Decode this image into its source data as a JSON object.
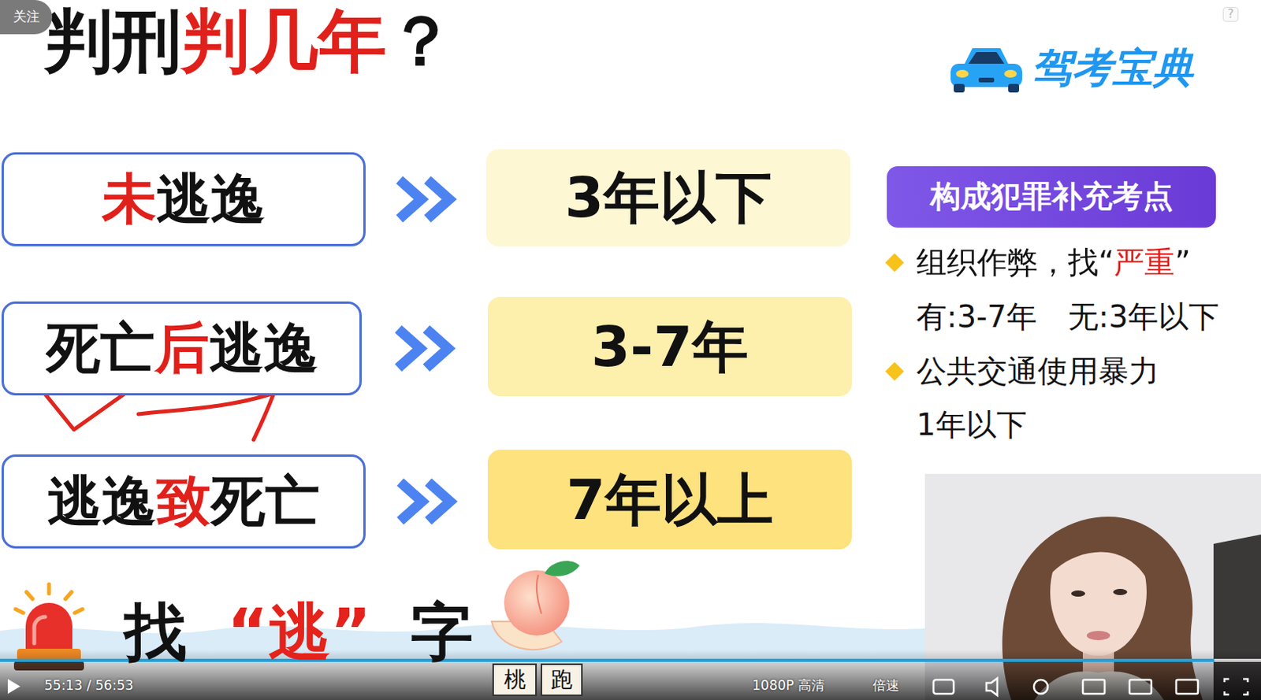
{
  "diagram": {
    "title": "判刑判几年？",
    "nodes": [
      {
        "text": [
          "关注"
        ]
      },
      {
        "text": [
          "未逃逸"
        ]
      },
      {
        "text": [
          "3年以下"
        ]
      },
      {
        "text": [
          "死亡后逃逸"
        ]
      },
      {
        "text": [
          "3-7年"
        ]
      },
      {
        "text": [
          "逃逸致死亡"
        ]
      },
      {
        "text": [
          "7年以上"
        ]
      },
      {
        "text": [
          "构成犯罪补充考点"
        ]
      },
      {
        "text": [
          "桃"
        ]
      },
      {
        "text": [
          "跑"
        ]
      }
    ],
    "edges": [
      {
        "from": 1,
        "to": 2,
        "arrow": "to"
      },
      {
        "from": 3,
        "to": 4,
        "arrow": "to"
      },
      {
        "from": 5,
        "to": 6,
        "arrow": "to"
      }
    ],
    "labels": [
      "?",
      "驾考宝典",
      "组织作弊，找“严重”",
      "有:3-7年",
      "无:3年以下",
      "公共交通使用暴力",
      "1年以下",
      "找",
      "“逃”",
      "字",
      "55:13 / 56:53",
      "1080P 高清",
      "倍速"
    ]
  }
}
